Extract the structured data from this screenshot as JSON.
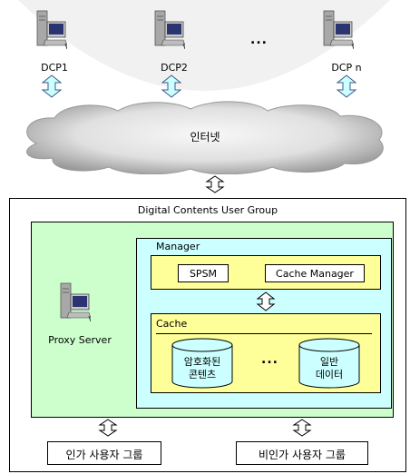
{
  "dcps": [
    {
      "label": "DCP1"
    },
    {
      "label": "DCP2"
    },
    {
      "label": "DCP n"
    }
  ],
  "dcp_ellipsis": "...",
  "internet": {
    "label": "인터넷"
  },
  "user_group": {
    "title": "Digital Contents User Group"
  },
  "proxy": {
    "label": "Proxy Server"
  },
  "manager": {
    "title": "Manager",
    "spsm_label": "SPSM",
    "cache_manager_label": "Cache Manager"
  },
  "cache": {
    "title": "Cache",
    "items": [
      {
        "line1": "암호화된",
        "line2": "콘텐츠"
      },
      {
        "line1": "일반",
        "line2": "데이터"
      }
    ],
    "ellipsis": "..."
  },
  "groups": {
    "authorized": "인가 사용자 그룹",
    "unauthorized": "비인가 사용자 그룹"
  },
  "colors": {
    "outer_green": "#ccffcc",
    "inner_cyan": "#ccffff",
    "yellow": "#ffff99",
    "arrow_fill": "#ccffff",
    "cloud_dark": "#9a9a9a",
    "cloud_light": "#f2f2f2"
  }
}
